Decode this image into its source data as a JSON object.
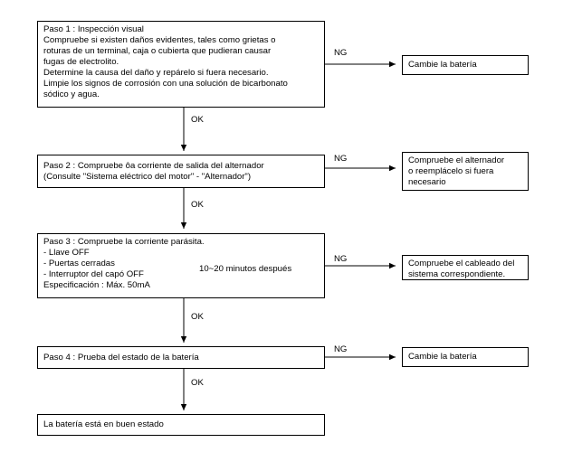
{
  "steps": [
    {
      "lines": [
        "Paso 1 : Inspección visual",
        "Compruebe si existen daños evidentes, tales como grietas o",
        "roturas de un terminal, caja o cubierta que pudieran causar",
        "fugas de electrolito.",
        "Determine la causa del daño y repárelo si fuera necesario.",
        "Limpie los signos de corrosión con una solución de bicarbonato",
        "sódico y agua."
      ]
    },
    {
      "lines": [
        "Paso 2 : Compruebe ôa corriente de salida del alternador",
        "(Consulte \"Sistema eléctrico del motor\" - \"Alternador\")"
      ]
    },
    {
      "lines": [
        "Paso 3 : Compruebe la corriente parásita.",
        "- Llave OFF",
        "- Puertas cerradas",
        "- Interruptor del capó OFF",
        "Especificación : Máx. 50mA"
      ],
      "bracket_note": "10~20 minutos después"
    },
    {
      "lines": [
        "Paso 4 : Prueba del estado de la batería"
      ]
    }
  ],
  "final": "La batería está en buen estado",
  "ng_results": [
    {
      "lines": [
        "Cambie la batería"
      ]
    },
    {
      "lines": [
        "Compruebe el alternador",
        "o reemplácelo si fuera",
        "necesario"
      ]
    },
    {
      "lines": [
        "Compruebe el cableado del",
        "sistema correspondiente."
      ]
    },
    {
      "lines": [
        "Cambie la batería"
      ]
    }
  ],
  "ok_label": "OK",
  "ng_label": "NG"
}
